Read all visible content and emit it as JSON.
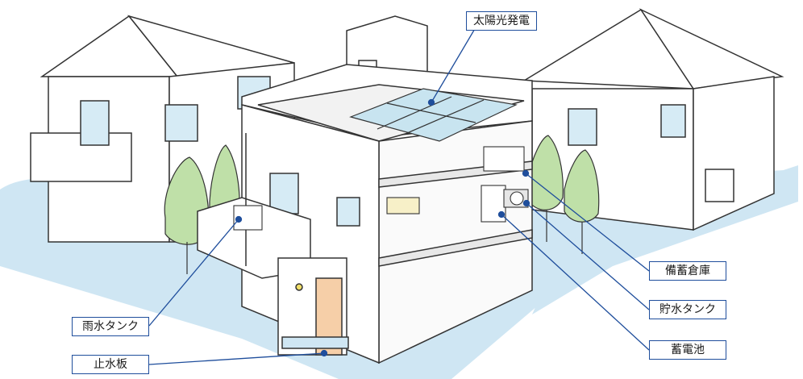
{
  "labels": {
    "solar": "太陽光発電",
    "storage": "備蓄倉庫",
    "water_tank": "貯水タンク",
    "battery": "蓄電池",
    "rain_tank": "雨水タンク",
    "flood_board": "止水板"
  },
  "colors": {
    "leader_line": "#1f4e9c",
    "label_border": "#1f4e9c",
    "ground_blue": "#cfe6f3",
    "tree_green": "#bfe0a8",
    "solar_panel": "#c8e4f0",
    "door": "#f6cfa8",
    "outline": "#333333"
  }
}
